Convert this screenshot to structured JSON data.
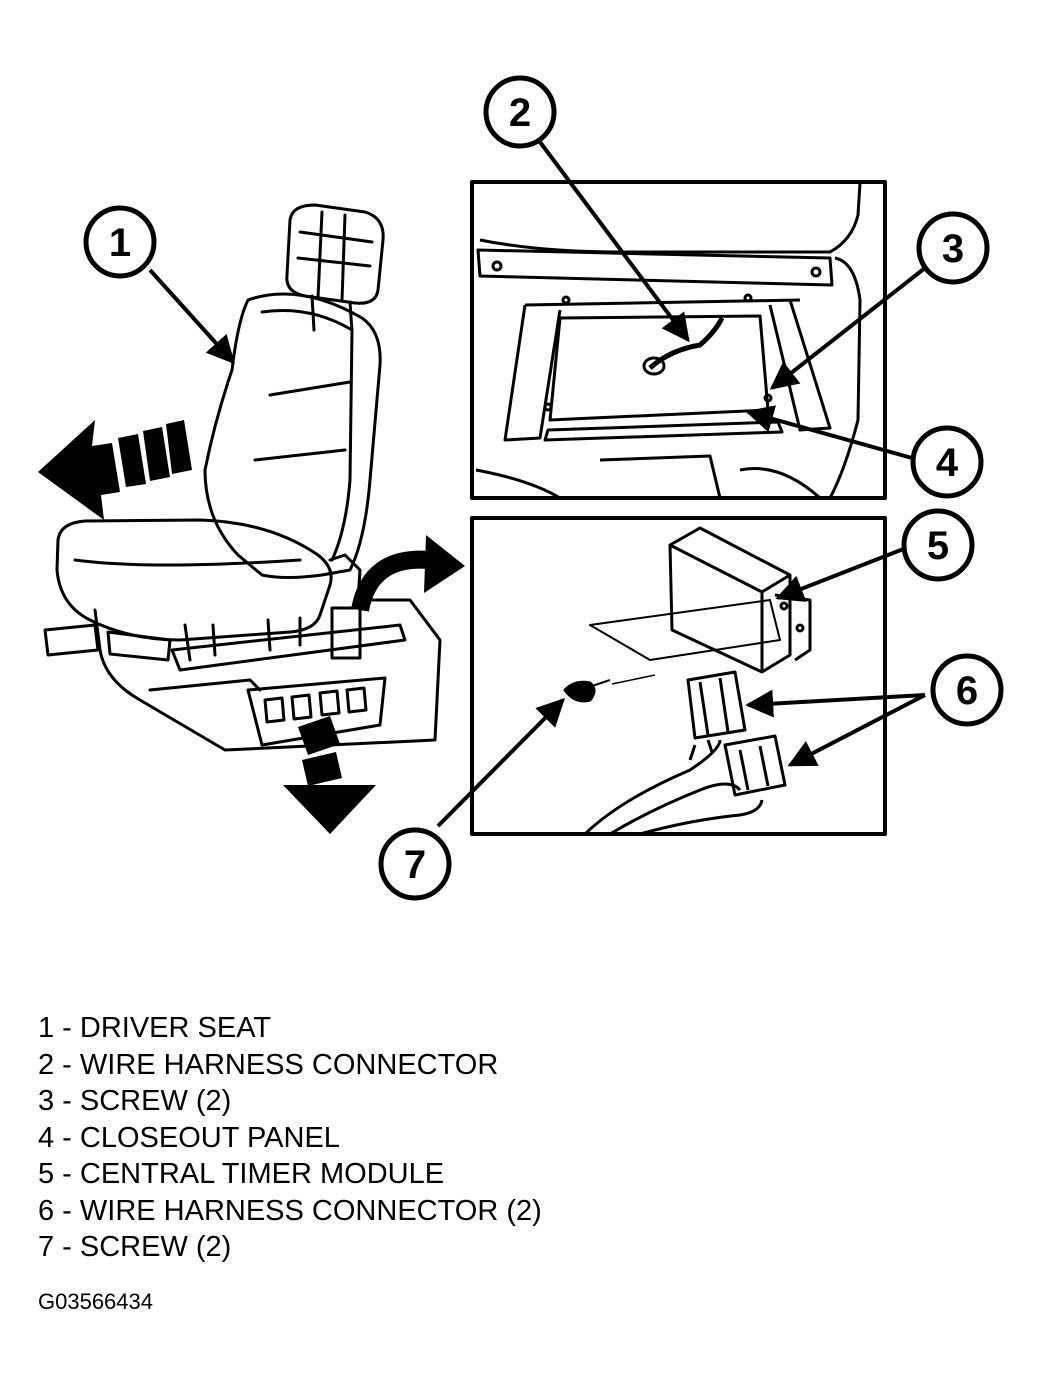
{
  "callouts": [
    "1",
    "2",
    "3",
    "4",
    "5",
    "6",
    "7"
  ],
  "legend": [
    "1 - DRIVER SEAT",
    "2 - WIRE HARNESS CONNECTOR",
    "3 - SCREW (2)",
    "4 - CLOSEOUT PANEL",
    "5 - CENTRAL TIMER MODULE",
    "6 - WIRE HARNESS CONNECTOR (2)",
    "7 - SCREW (2)"
  ],
  "figure_id": "G03566434"
}
